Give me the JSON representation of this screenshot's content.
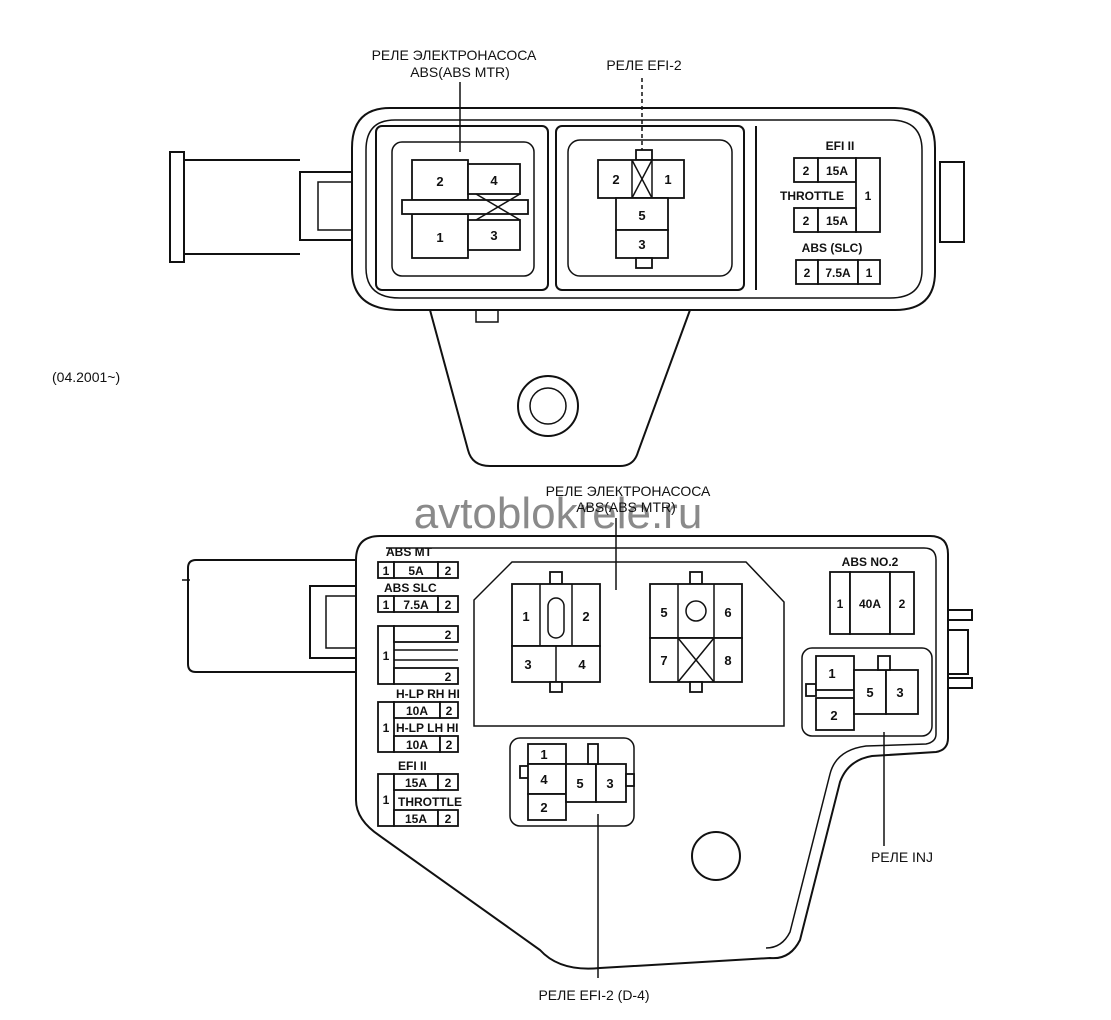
{
  "watermark": "avtoblokrele.ru",
  "date_label": "(04.2001~)",
  "top": {
    "callout_abs_line1": "РЕЛЕ ЭЛЕКТРОНАСОСА",
    "callout_abs_line2": "ABS(ABS MTR)",
    "callout_efi2": "РЕЛЕ EFI-2",
    "relay_abs_pins": [
      "2",
      "4",
      "1",
      "3"
    ],
    "relay_efi2_pins": [
      "2",
      "1",
      "5",
      "3"
    ],
    "fuse_efi_label": "EFI II",
    "fuse_efi": [
      "2",
      "15A"
    ],
    "fuse_throttle_label": "THROTTLE",
    "fuse_throttle": [
      "2",
      "15A"
    ],
    "fuse_shared_pin": "1",
    "fuse_abs_label": "ABS  (SLC)",
    "fuse_abs": [
      "2",
      "7.5A",
      "1"
    ]
  },
  "bottom": {
    "callout_abs_line1": "РЕЛЕ ЭЛЕКТРОНАСОСА",
    "callout_abs_line2": "ABS(ABS MTR)",
    "callout_inj": "РЕЛЕ INJ",
    "callout_efi2": "РЕЛЕ EFI-2 (D-4)",
    "abs_mt_label": "ABS MT",
    "abs_mt": [
      "1",
      "5A",
      "2"
    ],
    "abs_slc_label": "ABS SLC",
    "abs_slc": [
      "1",
      "7.5A",
      "2"
    ],
    "blank_fuse_pins": [
      "1",
      "2",
      "2"
    ],
    "hlp_rh_label": "H-LP RH HI",
    "hlp_rh": [
      "10A",
      "2"
    ],
    "hlp_lh_label": "H-LP LH HI",
    "hlp_lh": [
      "10A",
      "2"
    ],
    "hlp_shared_pin": "1",
    "efi_label": "EFI  II",
    "efi": [
      "15A",
      "2"
    ],
    "throttle_label": "THROTTLE",
    "throttle": [
      "15A",
      "2"
    ],
    "efi_shared_pin": "1",
    "abs_no2_label": "ABS NO.2",
    "abs_no2": [
      "1",
      "40A",
      "2"
    ],
    "relay_a_pins": [
      "1",
      "2",
      "3",
      "4"
    ],
    "relay_b_pins": [
      "5",
      "6",
      "7",
      "8"
    ],
    "relay_inj_pins": [
      "1",
      "5",
      "3",
      "2"
    ],
    "relay_efi2d4_pins": [
      "1",
      "4",
      "5",
      "3",
      "2"
    ]
  }
}
